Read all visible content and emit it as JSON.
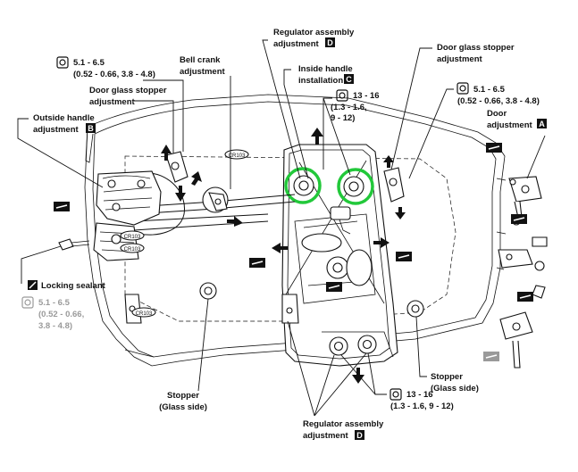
{
  "labels": {
    "bell_crank": [
      "Bell crank",
      "adjustment"
    ],
    "regulator_top": [
      "Regulator assembly",
      "adjustment"
    ],
    "regulator_top_letter": "D",
    "inside_handle": [
      "Inside handle",
      "installation"
    ],
    "inside_handle_letter": "C",
    "stopper_top_right": [
      "Door glass stopper",
      "adjustment"
    ],
    "torque_top_left": [
      "5.1 - 6.5",
      "(0.52 - 0.66, 3.8 - 4.8)"
    ],
    "stopper_left": [
      "Door glass stopper",
      "adjustment"
    ],
    "outside_handle": [
      "Outside handle",
      "adjustment"
    ],
    "outside_handle_letter": "B",
    "torque_mid": [
      "13 - 16",
      "(1.3 - 1.6,",
      "9 - 12)"
    ],
    "torque_right": [
      "5.1 - 6.5",
      "(0.52 - 0.66, 3.8 - 4.8)"
    ],
    "door_adjust": [
      "Door",
      "adjustment"
    ],
    "door_adjust_letter": "A",
    "locking_sealant": "Locking sealant",
    "torque_bottom_left": [
      "5.1 - 6.5",
      "(0.52 - 0.66,",
      "3.8 - 4.8)"
    ],
    "stopper_glass_left": [
      "Stopper",
      "(Glass side)"
    ],
    "stopper_glass_right": [
      "Stopper",
      "(Glass side)"
    ],
    "torque_bottom": [
      "13 - 16",
      "(1.3 - 1.6, 9 - 12)"
    ],
    "regulator_bottom": [
      "Regulator assembly",
      "adjustment"
    ],
    "regulator_bottom_letter": "D",
    "clip_codes": [
      "CR103",
      "CR103",
      "CR103",
      "CR103"
    ]
  },
  "colors": {
    "ink": "#111111",
    "gray_text": "#9a9a9a",
    "highlight_circle": "#22c83a"
  },
  "icons": [
    "torque-wrench-icon",
    "grease-icon",
    "motion-arrow-icon",
    "locking-sealant-icon"
  ]
}
